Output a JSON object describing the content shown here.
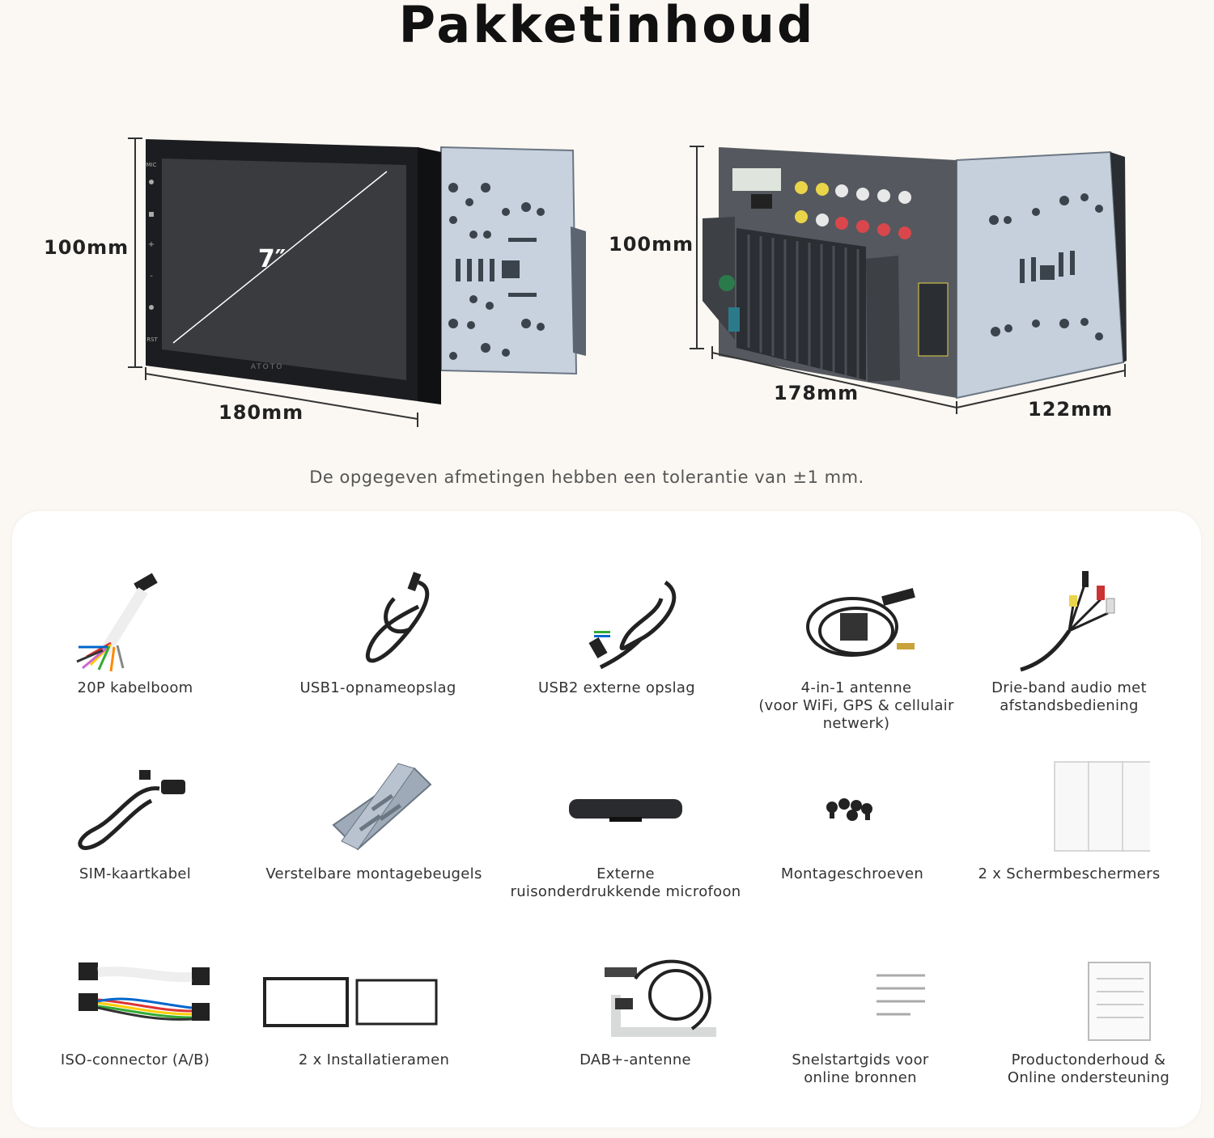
{
  "title": "Pakketinhoud",
  "front_view": {
    "height_label": "100mm",
    "width_label": "180mm",
    "screen_size_label": "7″",
    "brand_text": "ATOTO",
    "button_labels": [
      "MIC",
      "RST"
    ]
  },
  "rear_view": {
    "height_label": "100mm",
    "width_label": "178mm",
    "depth_label": "122mm"
  },
  "tolerance_note": "De opgegeven afmetingen hebben een tolerantie van ±1 mm.",
  "package_items": [
    {
      "label": "20P kabelboom",
      "icon": "wiring-harness-icon"
    },
    {
      "label": "USB1-opnameopslag",
      "icon": "usb-cable-icon"
    },
    {
      "label": "USB2 externe opslag",
      "icon": "usb-cable-icon"
    },
    {
      "label": "4-in-1 antenne\n(voor WiFi, GPS & cellulair\nnetwerk)",
      "icon": "antenna-icon"
    },
    {
      "label": "Drie-band audio met\nafstandsbediening",
      "icon": "rca-cable-icon"
    },
    {
      "label": "SIM-kaartkabel",
      "icon": "sim-cable-icon"
    },
    {
      "label": "Verstelbare montagebeugels",
      "icon": "bracket-icon"
    },
    {
      "label": "Externe\nruisonderdrukkende microfoon",
      "icon": "microphone-icon"
    },
    {
      "label": "Montageschroeven",
      "icon": "screws-icon"
    },
    {
      "label": "2 x Schermbeschermers",
      "icon": "screen-protector-icon"
    },
    {
      "label": "ISO-connector (A/B)",
      "icon": "iso-connector-icon"
    },
    {
      "label": "2 x Installatieramen",
      "icon": "frame-icon"
    },
    {
      "label": "DAB+-antenne",
      "icon": "dab-antenna-icon"
    },
    {
      "label": "Snelstartgids voor\nonline bronnen",
      "icon": "guide-icon"
    },
    {
      "label": "Productonderhoud &\nOnline ondersteuning",
      "icon": "manual-icon"
    }
  ]
}
